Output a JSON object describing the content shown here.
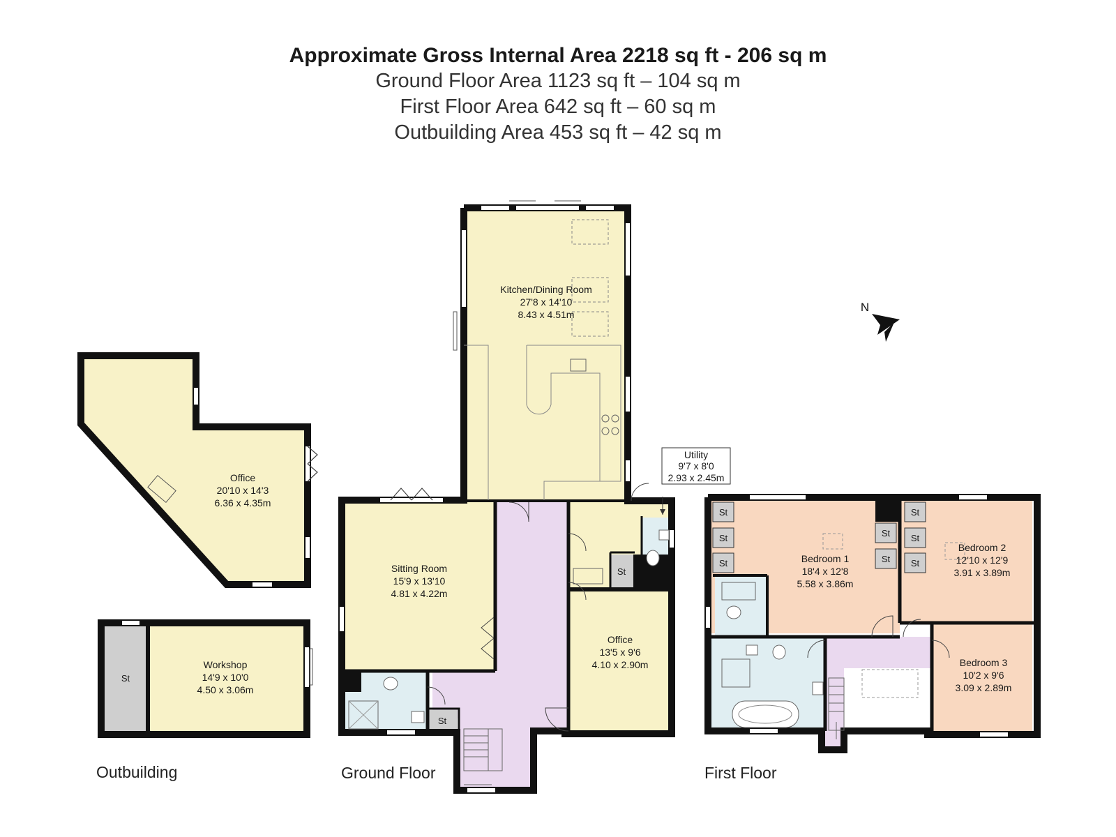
{
  "header": {
    "title": "Approximate Gross Internal Area 2218 sq ft - 206 sq m",
    "lines": [
      "Ground Floor Area 1123 sq ft – 104 sq m",
      "First Floor Area 642 sq ft – 60 sq m",
      "Outbuilding Area 453 sq ft – 42 sq m"
    ]
  },
  "colors": {
    "wall": "#111111",
    "yellow_room": "#f8f2c8",
    "lilac_hall": "#ead9ef",
    "peach_bedroom": "#f9d8c0",
    "blue_bath": "#e0eef2",
    "grey_store": "#cfcfcf"
  },
  "floors": {
    "outbuilding": "Outbuilding",
    "ground": "Ground Floor",
    "first": "First Floor"
  },
  "rooms": {
    "outbuilding_office": {
      "name": "Office",
      "imperial": "20'10 x 14'3",
      "metric": "6.36 x 4.35m"
    },
    "workshop": {
      "name": "Workshop",
      "imperial": "14'9 x 10'0",
      "metric": "4.50 x 3.06m"
    },
    "workshop_store": {
      "name": "St"
    },
    "kitchen": {
      "name": "Kitchen/Dining Room",
      "imperial": "27'8 x 14'10",
      "metric": "8.43 x 4.51m"
    },
    "sitting": {
      "name": "Sitting Room",
      "imperial": "15'9 x 13'10",
      "metric": "4.81 x 4.22m"
    },
    "utility": {
      "name": "Utility",
      "imperial": "9'7 x 8'0",
      "metric": "2.93 x 2.45m"
    },
    "ground_office": {
      "name": "Office",
      "imperial": "13'5 x 9'6",
      "metric": "4.10 x 2.90m"
    },
    "bedroom1": {
      "name": "Bedroom 1",
      "imperial": "18'4 x 12'8",
      "metric": "5.58 x 3.86m"
    },
    "bedroom2": {
      "name": "Bedroom 2",
      "imperial": "12'10 x 12'9",
      "metric": "3.91 x 3.89m"
    },
    "bedroom3": {
      "name": "Bedroom 3",
      "imperial": "10'2 x 9'6",
      "metric": "3.09 x 2.89m"
    }
  },
  "store_label": "St",
  "compass": {
    "label": "N",
    "icon": "north-arrow-icon"
  }
}
